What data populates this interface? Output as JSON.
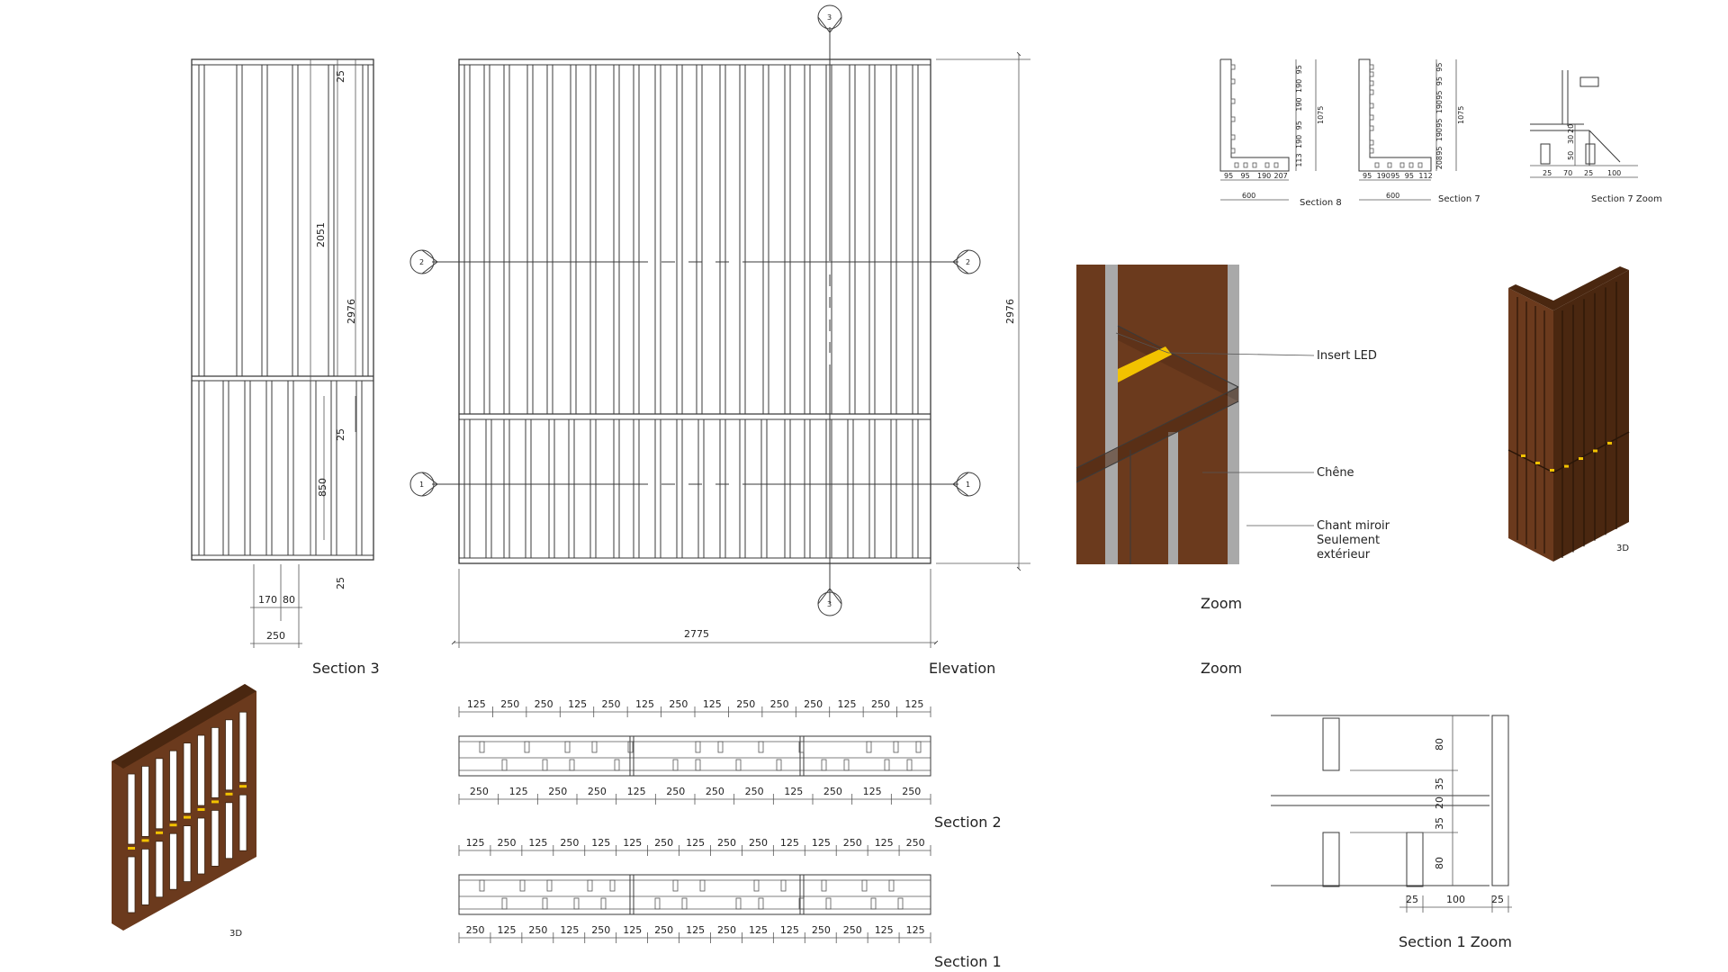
{
  "colors": {
    "wood": "#6b3a1d",
    "wood_dark": "#4a2710",
    "mirror_edge": "#a9a9a9",
    "led": "#f2c200",
    "line": "#3a3a3a"
  },
  "labels": {
    "section3": "Section 3",
    "elevation": "Elevation",
    "zoom_a": "Zoom",
    "zoom_b": "Zoom",
    "section8": "Section 8",
    "section7": "Section 7",
    "section7_zoom": "Section 7 Zoom",
    "view3d_a": "3D",
    "view3d_b": "3D",
    "section2": "Section 2",
    "section1": "Section 1",
    "section1_zoom": "Section 1 Zoom"
  },
  "annotations": {
    "insert_led": "Insert LED",
    "chene": "Chêne",
    "chant_line1": "Chant miroir",
    "chant_line2": "Seulement",
    "chant_line3": "extérieur"
  },
  "section3_dims": {
    "top": "25",
    "upper": "2051",
    "total": "2976",
    "mid": "25",
    "lower": "850",
    "bottom": "25",
    "w1": "170",
    "w2": "80",
    "w_total": "250"
  },
  "elevation_dims": {
    "height": "2976",
    "width": "2775",
    "marker_top": "3",
    "marker_bottom": "3",
    "marker_left_upper": "2",
    "marker_right_upper": "2",
    "marker_left_lower": "1",
    "marker_right_lower": "1"
  },
  "section8_dims": {
    "v": [
      "95",
      "190",
      "190",
      "95",
      "190",
      "113"
    ],
    "h": [
      "95",
      "95",
      "190",
      "207"
    ],
    "total_h": "600",
    "total_v": "1075"
  },
  "section7_dims": {
    "v": [
      "95",
      "95",
      "95",
      "190",
      "95",
      "190",
      "95",
      "208"
    ],
    "h": [
      "95",
      "190",
      "95",
      "95",
      "112"
    ],
    "total_h": "600",
    "total_v": "1075"
  },
  "section7zoom_dims": {
    "v": [
      "20",
      "30",
      "50"
    ],
    "h": [
      "25",
      "70",
      "25",
      "100"
    ]
  },
  "section2_dims": {
    "top": [
      "125",
      "250",
      "250",
      "125",
      "250",
      "125",
      "250",
      "125",
      "250",
      "250",
      "250",
      "125",
      "250",
      "125"
    ],
    "bottom": [
      "250",
      "125",
      "250",
      "250",
      "125",
      "250",
      "250",
      "250",
      "125",
      "250",
      "125",
      "250"
    ]
  },
  "section1_dims": {
    "top": [
      "125",
      "250",
      "125",
      "250",
      "125",
      "125",
      "250",
      "125",
      "250",
      "250",
      "125",
      "125",
      "250",
      "125",
      "250"
    ],
    "bottom": [
      "250",
      "125",
      "250",
      "125",
      "250",
      "125",
      "250",
      "125",
      "250",
      "125",
      "125",
      "250",
      "250",
      "125",
      "125"
    ]
  },
  "section1zoom_dims": {
    "v": [
      "80",
      "35",
      "20",
      "35",
      "80"
    ],
    "h": [
      "25",
      "100",
      "25"
    ]
  }
}
